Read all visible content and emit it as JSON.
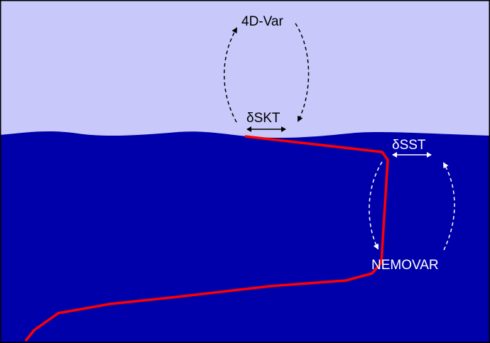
{
  "labels": {
    "atmos_method": "4D-Var",
    "skin_increment": "δSKT",
    "sst_increment": "δSST",
    "ocean_method": "NEMOVAR"
  },
  "colors": {
    "atmosphere": "#c8c8fa",
    "ocean": "#0000aa",
    "profile": "#ff0000",
    "border": "#000000"
  }
}
